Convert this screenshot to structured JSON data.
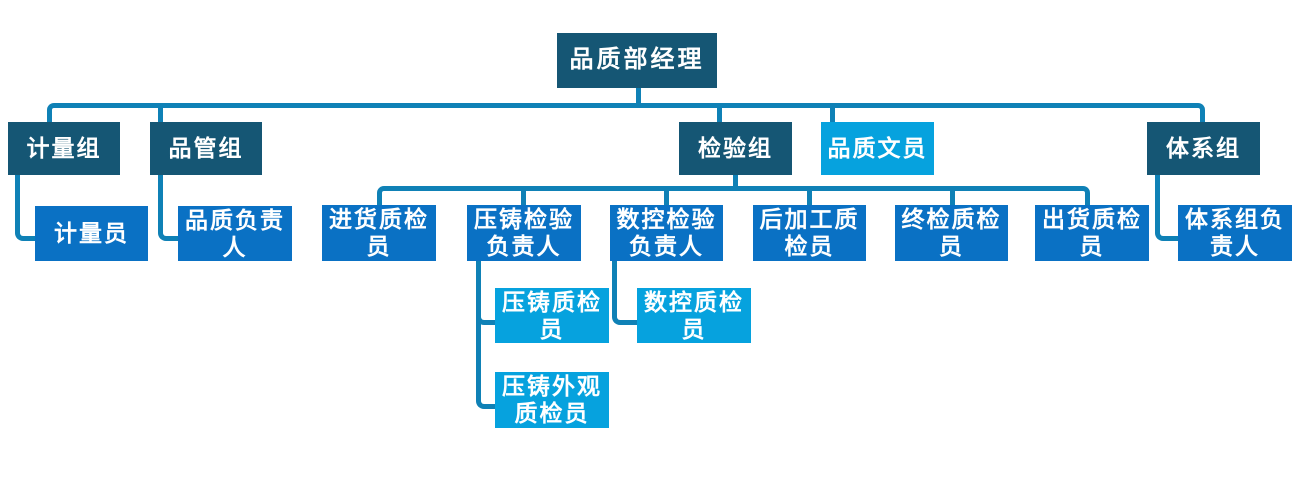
{
  "colors": {
    "dark_teal": "#155674",
    "medium_blue": "#0A71C4",
    "light_blue": "#06A2DE",
    "connector": "#0F81B6",
    "text": "#FFFFFF",
    "background": "#FFFFFF"
  },
  "org": {
    "root": {
      "label": "品质部经理",
      "tier": "dark",
      "children": [
        {
          "label": "计量组",
          "tier": "dark",
          "children": [
            {
              "label": "计量员",
              "tier": "medium"
            }
          ]
        },
        {
          "label": "品管组",
          "tier": "dark",
          "children": [
            {
              "label": "品质负责人",
              "tier": "medium"
            }
          ]
        },
        {
          "label": "检验组",
          "tier": "dark",
          "children": [
            {
              "label": "进货质检员",
              "tier": "medium"
            },
            {
              "label": "压铸检验负责人",
              "tier": "medium",
              "children": [
                {
                  "label": "压铸质检员",
                  "tier": "light"
                },
                {
                  "label": "压铸外观质检员",
                  "tier": "light"
                }
              ]
            },
            {
              "label": "数控检验负责人",
              "tier": "medium",
              "children": [
                {
                  "label": "数控质检员",
                  "tier": "light"
                }
              ]
            },
            {
              "label": "后加工质检员",
              "tier": "medium"
            },
            {
              "label": "终检质检员",
              "tier": "medium"
            },
            {
              "label": "出货质检员",
              "tier": "medium"
            }
          ]
        },
        {
          "label": "品质文员",
          "tier": "light"
        },
        {
          "label": "体系组",
          "tier": "dark",
          "children": [
            {
              "label": "体系组负责人",
              "tier": "medium"
            }
          ]
        }
      ]
    }
  }
}
